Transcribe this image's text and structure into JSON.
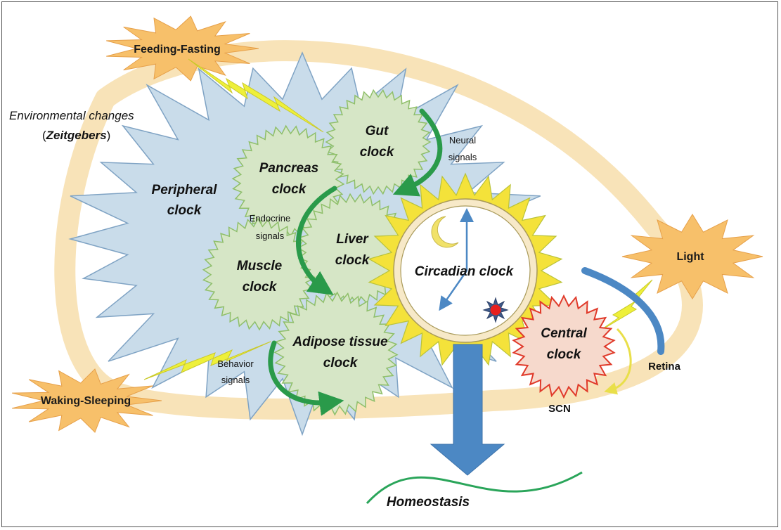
{
  "environment": {
    "line1": "Environmental changes",
    "line2_open": "(",
    "line2_word": "Zeitgebers",
    "line2_close": ")"
  },
  "stimuli": {
    "feeding": "Feeding-Fasting",
    "waking": "Waking-Sleeping",
    "light": "Light"
  },
  "peripheral": {
    "line1": "Peripheral",
    "line2": "clock"
  },
  "organs": {
    "gut": {
      "line1": "Gut",
      "line2": "clock"
    },
    "pancreas": {
      "line1": "Pancreas",
      "line2": "clock"
    },
    "liver": {
      "line1": "Liver",
      "line2": "clock"
    },
    "muscle": {
      "line1": "Muscle",
      "line2": "clock"
    },
    "adipose": {
      "line1": "Adipose tissue",
      "line2": "clock"
    }
  },
  "signals": {
    "neural": {
      "line1": "Neural",
      "line2": "signals"
    },
    "endocrine": {
      "line1": "Endocrine",
      "line2": "signals"
    },
    "behavior": {
      "line1": "Behavior",
      "line2": "signals"
    }
  },
  "circadian": {
    "label": "Circadian clock"
  },
  "central": {
    "line1": "Central",
    "line2": "clock",
    "scn": "SCN"
  },
  "retina": "Retina",
  "homeostasis": "Homeostasis",
  "colors": {
    "peripheral_fill": "#c9dcea",
    "peripheral_stroke": "#7fa3c4",
    "organ_fill": "#d6e6c6",
    "organ_stroke": "#8fbf6a",
    "circadian_fill": "#f4e23a",
    "central_fill": "#f6d9cc",
    "central_stroke": "#e03a2a",
    "stimulus_fill": "#f7c06a",
    "loop_color": "#f8e3b8",
    "bolt_fill": "#eef03a",
    "arrow_blue": "#4c88c4",
    "arrow_green": "#2a9a4a",
    "wave_green": "#2aa55a"
  }
}
